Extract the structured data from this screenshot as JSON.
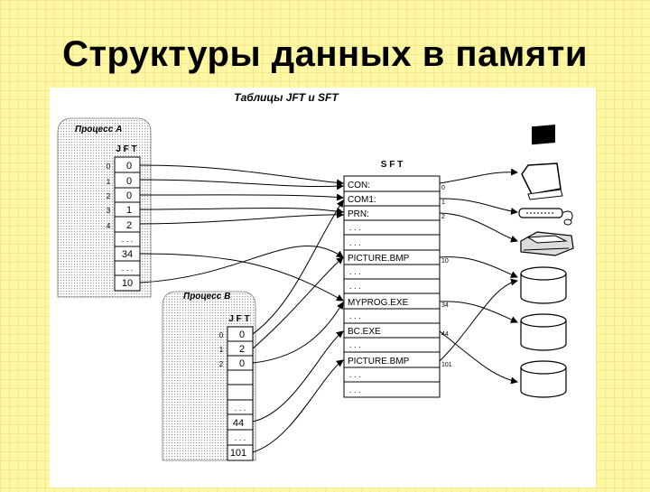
{
  "slide": {
    "title": "Структуры данных в памяти"
  },
  "figure": {
    "caption": "Таблицы JFT и SFT",
    "process_a": {
      "label": "Процесс А",
      "table_header": "J F T",
      "indices": [
        "0",
        "1",
        "2",
        "3",
        "4"
      ],
      "cells": [
        "0",
        "0",
        "0",
        "1",
        "2",
        ". . .",
        "34",
        ". . .",
        "10"
      ]
    },
    "process_b": {
      "label": "Процесс В",
      "table_header": "J F T",
      "indices": [
        "0",
        "1",
        "2"
      ],
      "cells": [
        "0",
        "2",
        "0",
        "",
        "",
        ". . .",
        "44",
        ". . .",
        "101"
      ]
    },
    "sft": {
      "header": "S F T",
      "rows": [
        "CON:",
        "COM1:",
        "PRN:",
        ". . .",
        ". . .",
        "PICTURE.BMP",
        ". . .",
        ". . .",
        "MYPROG.EXE",
        ". . .",
        "BC.EXE",
        ". . .",
        "PICTURE.BMP",
        ". . .",
        ". . ."
      ],
      "indices": [
        "0",
        "1",
        "2",
        "10",
        "34",
        "44",
        "101"
      ]
    },
    "devices": [
      "monitor-icon",
      "keyboard-icon",
      "printer-icon",
      "disk-icon",
      "disk-icon",
      "disk-icon"
    ]
  }
}
